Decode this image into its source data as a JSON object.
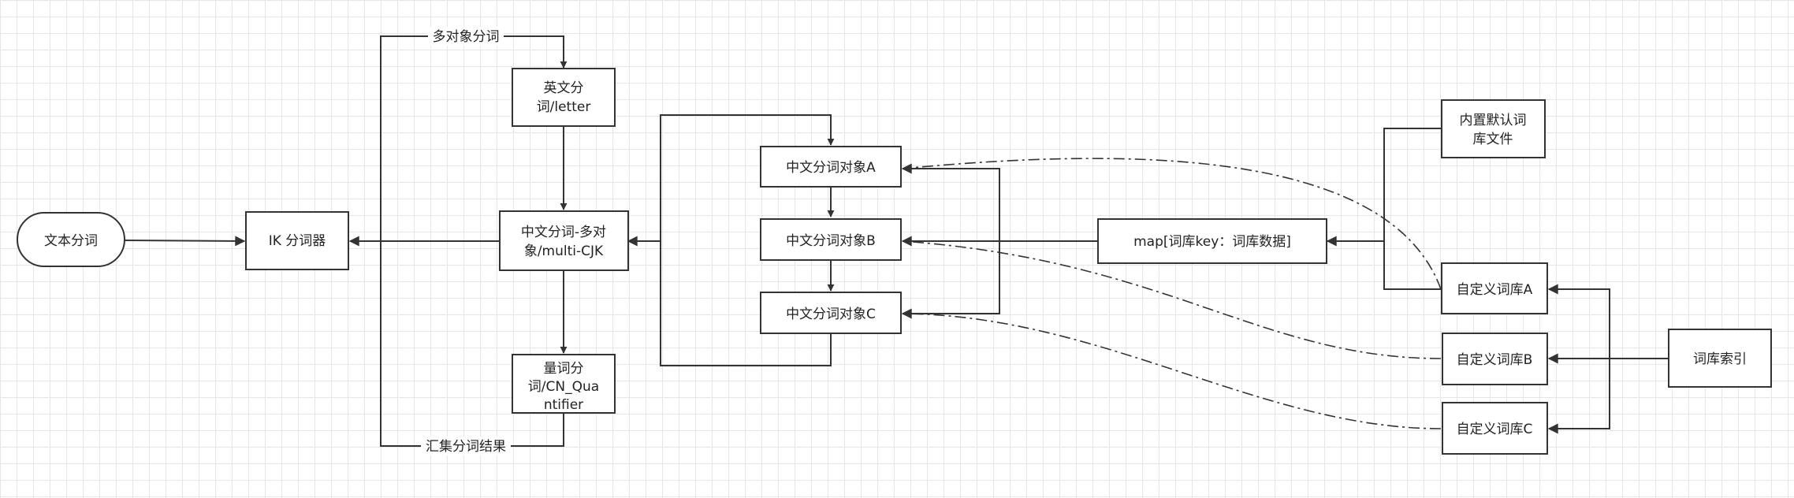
{
  "nodes": {
    "text_seg": "文本分词",
    "ik": "IK 分词器",
    "letter": [
      "英文分",
      "词/letter"
    ],
    "cjk": [
      "中文分词-多对",
      "象/multi-CJK"
    ],
    "quantifier": [
      "量词分",
      "词/CN_Qua",
      "ntifier"
    ],
    "obj_a": "中文分词对象A",
    "obj_b": "中文分词对象B",
    "obj_c": "中文分词对象C",
    "map": "map[词库key：词库数据]",
    "builtin": [
      "内置默认词",
      "库文件"
    ],
    "custom_a": "自定义词库A",
    "custom_b": "自定义词库B",
    "custom_c": "自定义词库C",
    "index": "词库索引"
  },
  "edge_labels": {
    "multi_object": "多对象分词",
    "collect": "汇集分词结果"
  }
}
